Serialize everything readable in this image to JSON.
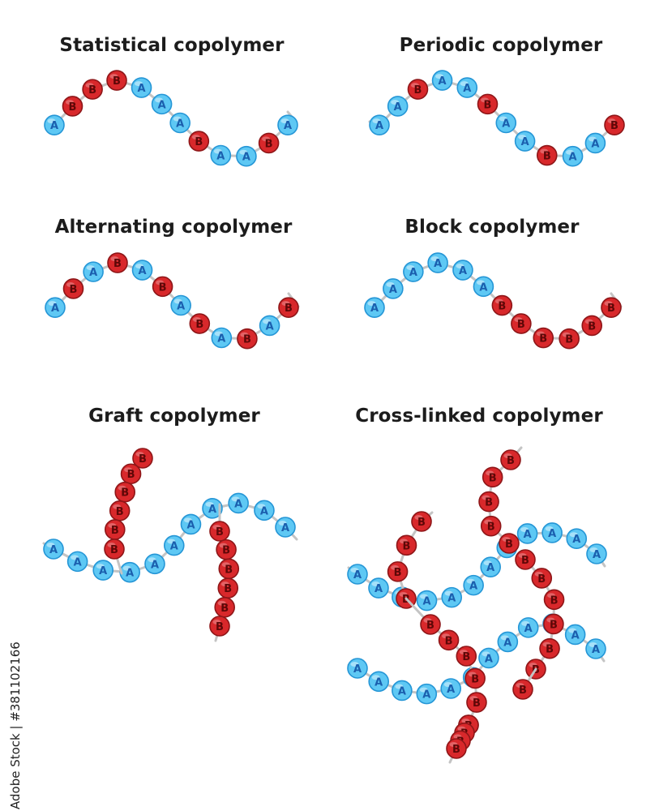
{
  "colors": {
    "a_fill": "#5ec8f4",
    "a_stroke": "#2596d6",
    "a_text": "#1b5fae",
    "b_fill": "#d8282b",
    "b_stroke": "#8e1618",
    "b_text": "#5e0707",
    "bond": "#c4c4c4"
  },
  "labels": {
    "a": "A",
    "b": "B"
  },
  "panels": [
    {
      "id": "statistical",
      "title": "Statistical copolymer",
      "chains": [
        {
          "seq": [
            "A",
            "B",
            "B",
            "B",
            "A",
            "A",
            "A",
            "B",
            "A",
            "A",
            "B",
            "A"
          ]
        }
      ]
    },
    {
      "id": "periodic",
      "title": "Periodic copolymer",
      "chains": [
        {
          "seq": [
            "A",
            "A",
            "B",
            "A",
            "A",
            "B",
            "A",
            "A",
            "B",
            "A",
            "A",
            "B"
          ]
        }
      ]
    },
    {
      "id": "alternating",
      "title": "Alternating copolymer",
      "chains": [
        {
          "seq": [
            "A",
            "B",
            "A",
            "B",
            "A",
            "B",
            "A",
            "B",
            "A",
            "B",
            "A",
            "B"
          ]
        }
      ]
    },
    {
      "id": "block",
      "title": "Block copolymer",
      "chains": [
        {
          "seq": [
            "A",
            "A",
            "A",
            "A",
            "A",
            "A",
            "B",
            "B",
            "B",
            "B",
            "B",
            "B"
          ]
        }
      ]
    },
    {
      "id": "graft",
      "title": "Graft copolymer",
      "chains": [
        {
          "seq": [
            "A",
            "A",
            "A",
            "A",
            "A",
            "A",
            "A",
            "A",
            "A",
            "A",
            "A"
          ]
        },
        {
          "seq": [
            "B",
            "B",
            "B",
            "B",
            "B",
            "B"
          ]
        },
        {
          "seq": [
            "B",
            "B",
            "B",
            "B",
            "B",
            "B"
          ]
        }
      ]
    },
    {
      "id": "cross-linked",
      "title": "Cross-linked copolymer",
      "chains": [
        {
          "seq": [
            "A",
            "A",
            "A",
            "A",
            "A",
            "A",
            "A",
            "A",
            "A",
            "A",
            "A",
            "A"
          ]
        },
        {
          "seq": [
            "A",
            "A",
            "A",
            "A",
            "A",
            "A",
            "A",
            "A",
            "A",
            "A",
            "A",
            "A"
          ]
        },
        {
          "seq": [
            "B",
            "B",
            "B",
            "B",
            "B"
          ]
        },
        {
          "seq": [
            "B",
            "B",
            "B",
            "B"
          ]
        },
        {
          "seq": [
            "B",
            "B",
            "B",
            "B",
            "B",
            "B"
          ]
        },
        {
          "seq": [
            "B",
            "B",
            "B",
            "B",
            "B",
            "B"
          ]
        },
        {
          "seq": [
            "B",
            "B",
            "B",
            "B"
          ]
        }
      ]
    }
  ],
  "watermark": "Adobe Stock | #381102166"
}
